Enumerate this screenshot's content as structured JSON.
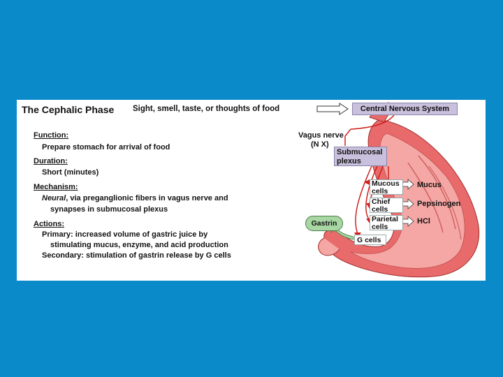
{
  "title": "The Cephalic Phase",
  "trigger": "Sight, smell, taste, or thoughts of food",
  "sections": {
    "function": {
      "heading": "Function",
      "text": "Prepare stomach for arrival of food"
    },
    "duration": {
      "heading": "Duration",
      "text": "Short (minutes)"
    },
    "mechanism": {
      "heading": "Mechanism",
      "line1_italic": "Neural",
      "line1_rest": ", via preganglionic fibers in vagus nerve and",
      "line2": "synapses in submucosal plexus"
    },
    "actions": {
      "heading": "Actions",
      "primary1": "Primary: increased volume of gastric juice by",
      "primary2": "stimulating mucus, enzyme, and acid production",
      "secondary": "Secondary: stimulation of gastrin release by G cells"
    }
  },
  "diagram": {
    "cns": "Central Nervous System",
    "vagus1": "Vagus nerve",
    "vagus2": "(N X)",
    "submucosal1": "Submucosal",
    "submucosal2": "plexus",
    "cells": [
      {
        "line1": "Mucous",
        "line2": "cells",
        "product": "Mucus"
      },
      {
        "line1": "Chief",
        "line2": "cells",
        "product": "Pepsinogen"
      },
      {
        "line1": "Parietal",
        "line2": "cells",
        "product": "HCl"
      }
    ],
    "gastrin": "Gastrin",
    "gcells": "G cells"
  },
  "colors": {
    "background": "#0a8ac8",
    "stomach": "#e86a6a",
    "stomach_light": "#f4a7a4",
    "nerve_arrow": "#d0201c",
    "box_fill": "#c8c0dc",
    "gastrin_fill": "#a9d7a4"
  }
}
